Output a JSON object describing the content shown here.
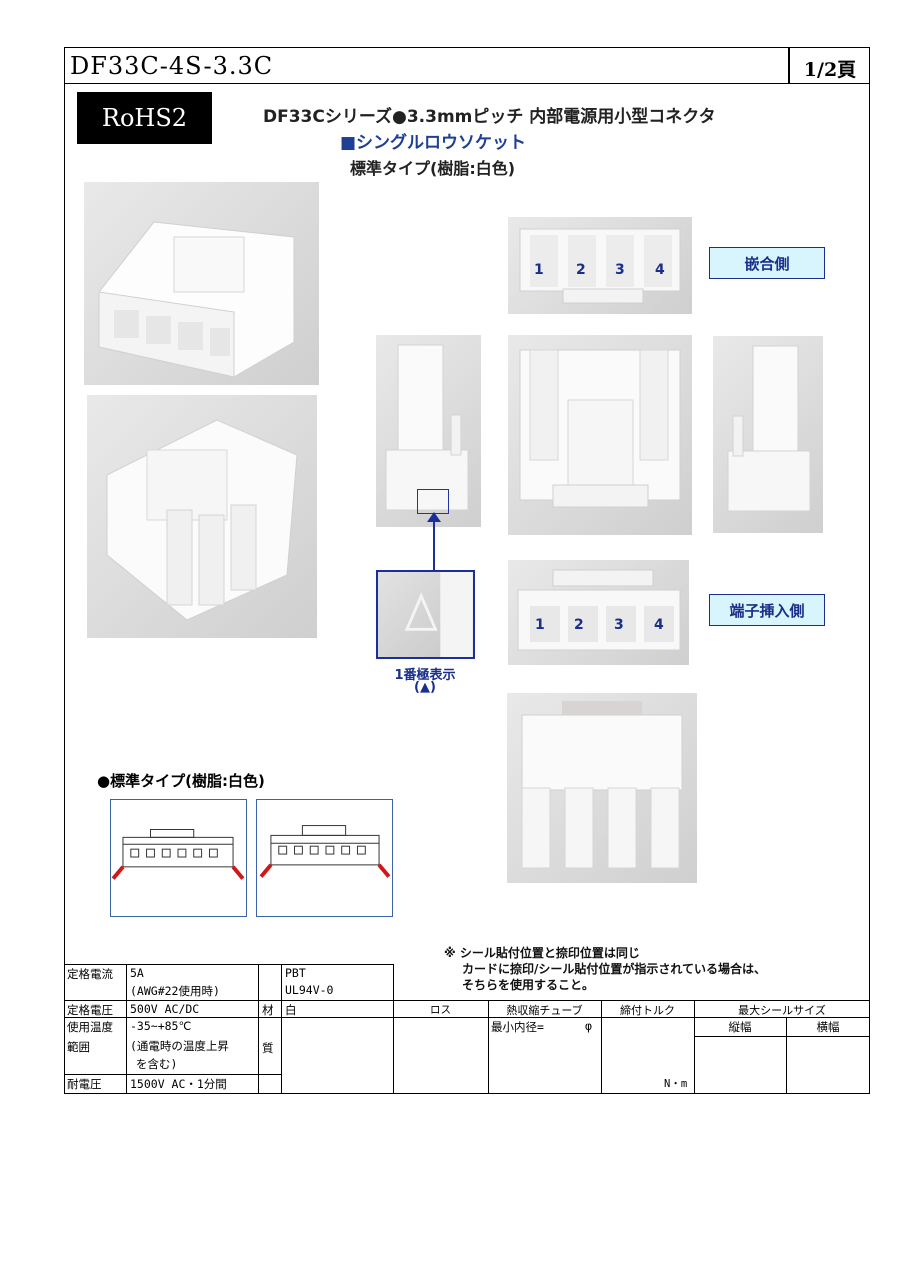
{
  "header": {
    "part_number": "DF33C-4S-3.3C",
    "page": "1/2頁"
  },
  "badge": {
    "rohs": "RoHS2"
  },
  "titles": {
    "series": "DF33Cシリーズ●3.3mmピッチ 内部電源用小型コネクタ",
    "product": "■シングルロウソケット",
    "variant": "標準タイプ(樹脂:白色)"
  },
  "views": {
    "mating_side_label": "嵌合側",
    "terminal_insert_label": "端子挿入側",
    "pin_numbers": [
      "1",
      "2",
      "3",
      "4"
    ],
    "pin1_label": "1番極表示",
    "pin1_mark": "(▲)"
  },
  "drawing_section": {
    "label": "●標準タイプ(樹脂:白色)"
  },
  "notes": {
    "line1": "※ シール貼付位置と捺印位置は同じ",
    "line2": "カードに捺印/シール貼付位置が指示されている場合は、",
    "line3": "そちらを使用すること。"
  },
  "specs": {
    "rated_current_label": "定格電流",
    "rated_current_value": "5A",
    "rated_current_note": "(AWG#22使用時)",
    "rated_voltage_label": "定格電圧",
    "rated_voltage_value": "500V AC/DC",
    "temp_label_1": "使用温度",
    "temp_label_2": "範囲",
    "temp_value_1": "-35~+85℃",
    "temp_value_2": "(通電時の温度上昇",
    "temp_value_3": "を含む)",
    "withstand_label": "耐電圧",
    "withstand_value": "1500V AC・1分間",
    "material_label_1": "材",
    "material_label_2": "質",
    "material_1": "PBT",
    "material_2": "UL94V-0",
    "material_3": "白"
  },
  "right_table": {
    "lot": "ロス",
    "tube": "熱収縮チューブ",
    "torque": "締付トルク",
    "seal": "最大シールサイズ",
    "min_inner": "最小内径=",
    "phi": "φ",
    "height": "縦幅",
    "width": "横幅",
    "torque_unit": "N・m"
  }
}
